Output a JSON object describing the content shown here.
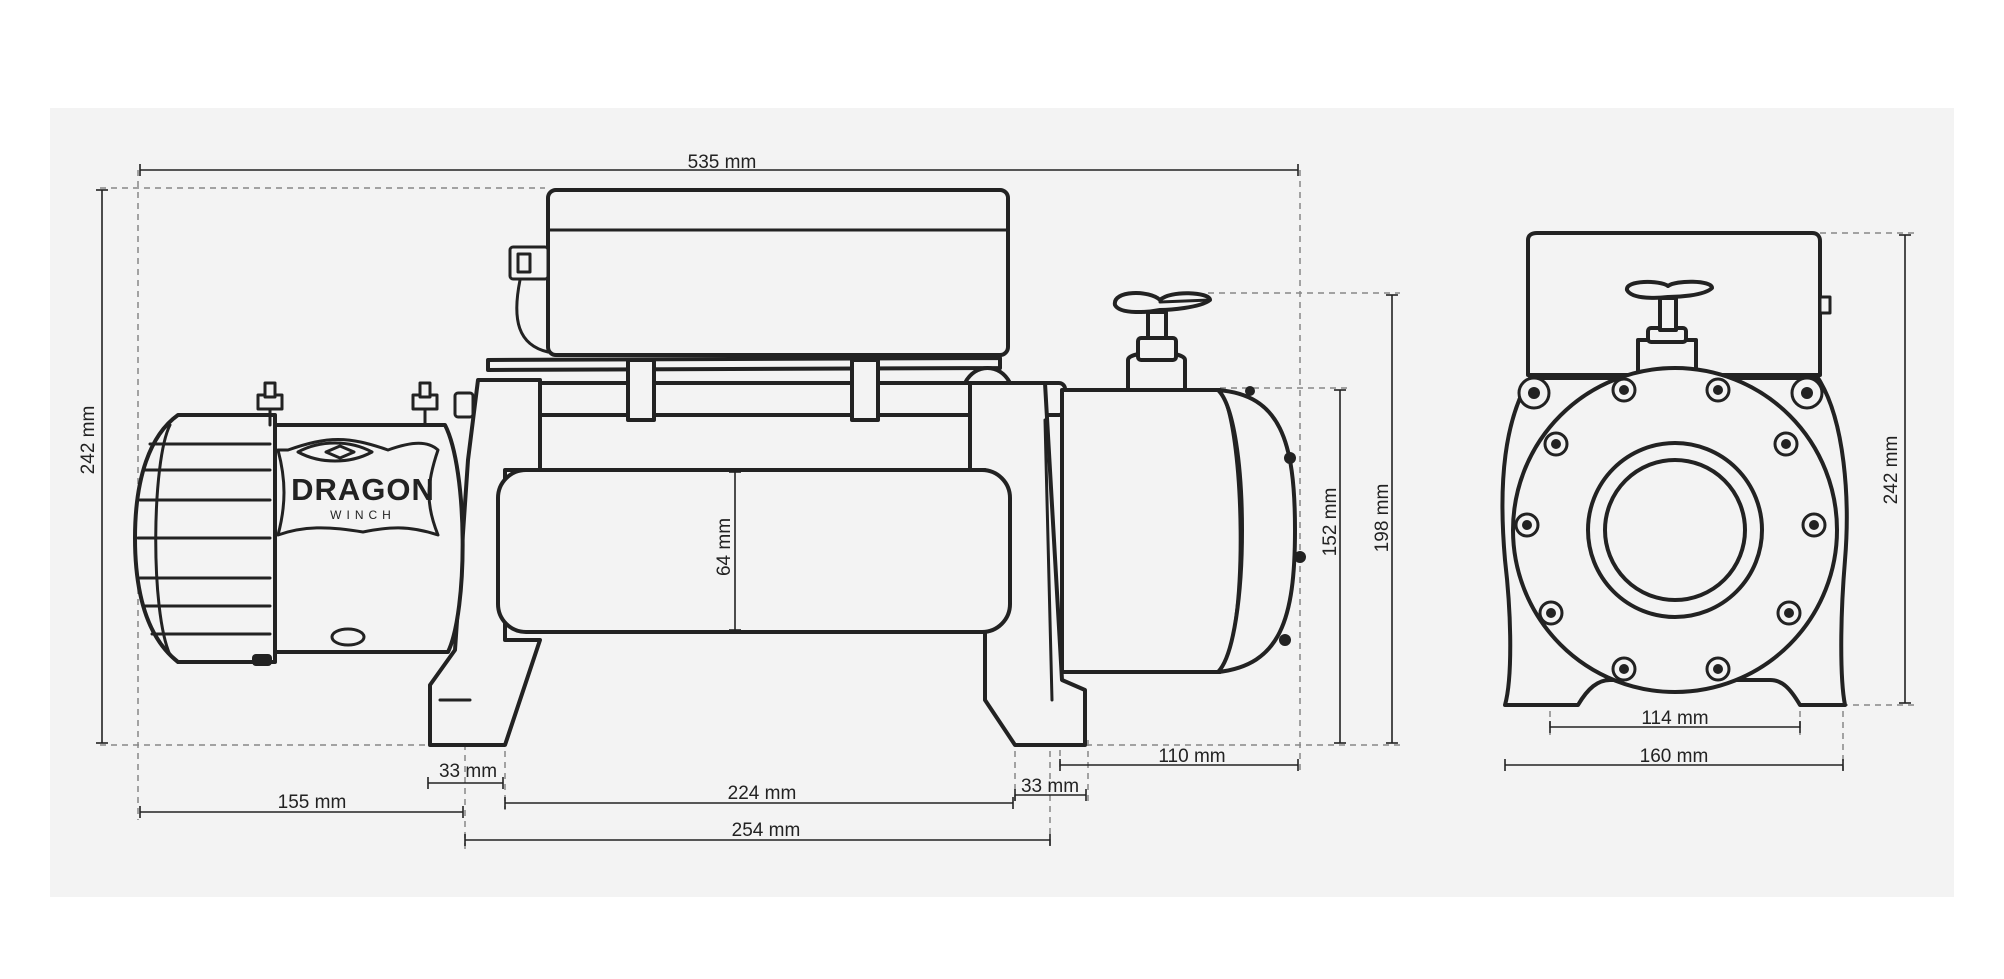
{
  "brand": {
    "name": "DRAGON",
    "sub": "WINCH"
  },
  "colors": {
    "background": "#f3f3f3",
    "line": "#222222"
  },
  "side_view": {
    "dimensions": {
      "overall_length": "535 mm",
      "overall_height": "242 mm",
      "drum_diameter": "64 mm",
      "motor_offset": "155 mm",
      "foot_left": "33 mm",
      "drum_length": "224 mm",
      "foot_right": "33 mm",
      "mount_span": "254 mm",
      "gearbox_length": "110 mm",
      "gearbox_height": "152 mm",
      "clutch_height": "198 mm"
    }
  },
  "end_view": {
    "dimensions": {
      "height": "242 mm",
      "bolt_span": "114 mm",
      "width": "160 mm"
    }
  }
}
